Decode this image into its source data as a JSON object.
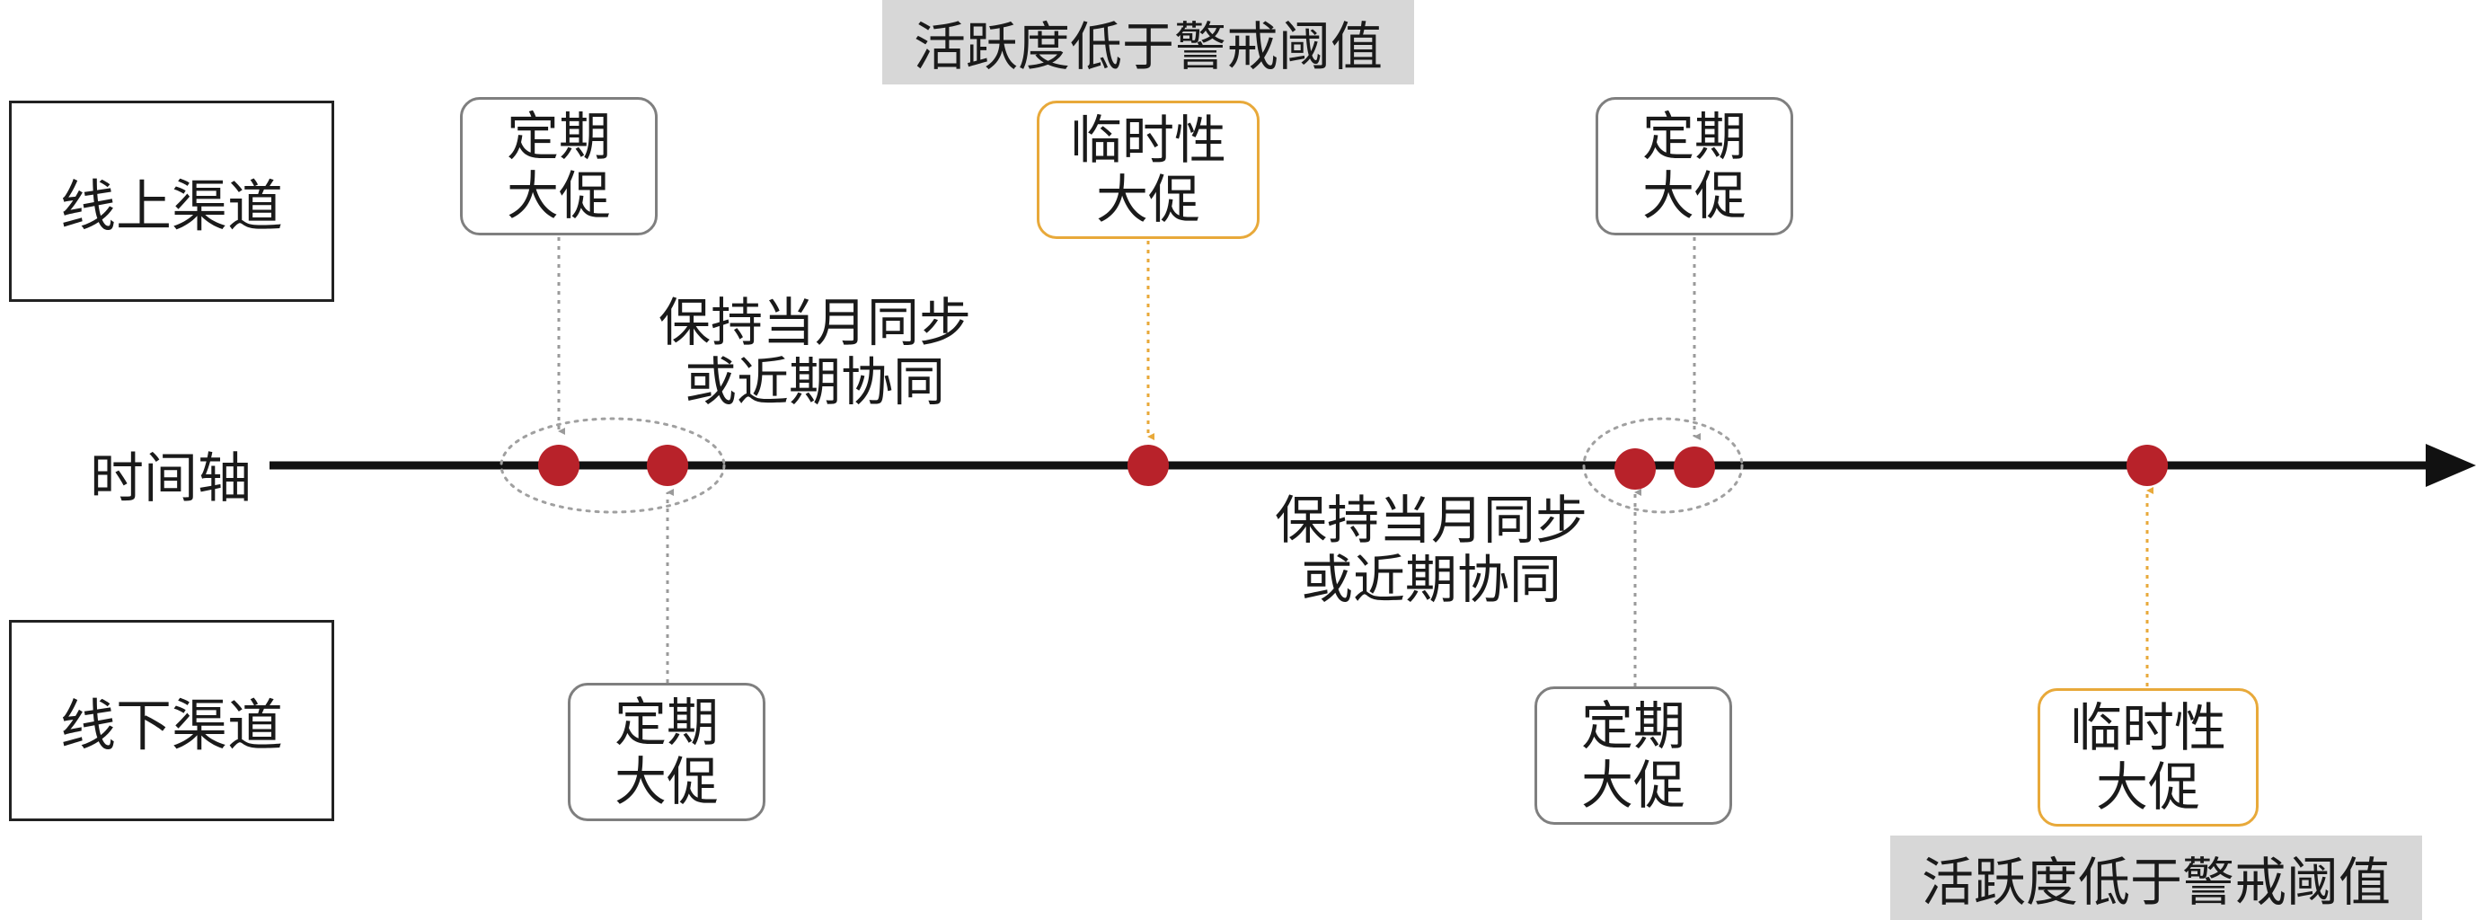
{
  "axis": {
    "label": "时间轴"
  },
  "channels": {
    "online": "线上渠道",
    "offline": "线下渠道"
  },
  "alerts": {
    "top": "活跃度低于警戒阈值",
    "bottom": "活跃度低于警戒阈值"
  },
  "sync_notes": {
    "first": {
      "line1": "保持当月同步",
      "line2": "或近期协同"
    },
    "second": {
      "line1": "保持当月同步",
      "line2": "或近期协同"
    }
  },
  "promotions": {
    "online_regular_1": {
      "line1": "定期",
      "line2": "大促",
      "kind": "regular"
    },
    "online_temporary": {
      "line1": "临时性",
      "line2": "大促",
      "kind": "temporary"
    },
    "online_regular_2": {
      "line1": "定期",
      "line2": "大促",
      "kind": "regular"
    },
    "offline_regular_1": {
      "line1": "定期",
      "line2": "大促",
      "kind": "regular"
    },
    "offline_regular_2": {
      "line1": "定期",
      "line2": "大促",
      "kind": "regular"
    },
    "offline_temporary": {
      "line1": "临时性",
      "line2": "大促",
      "kind": "temporary"
    }
  },
  "colors": {
    "event_dot": "#b8222a",
    "regular": "#7f7f7f",
    "temporary": "#e8a93a",
    "alert_bg": "#d7d7d7",
    "axis": "#111111"
  }
}
